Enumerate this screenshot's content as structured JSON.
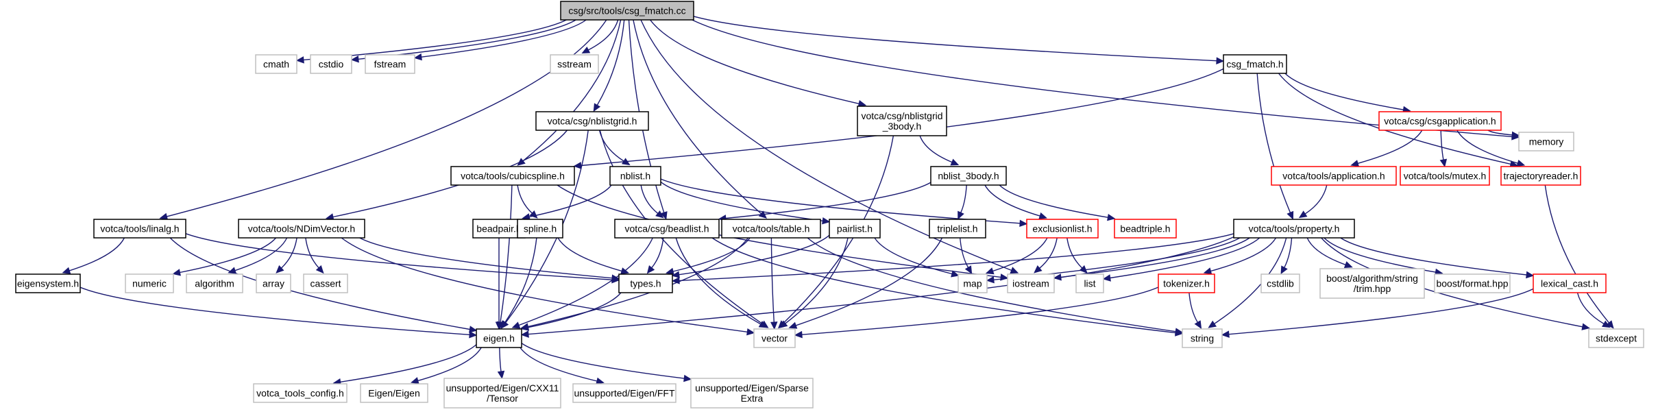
{
  "root_title": "csg/src/tools/csg_fmatch.cc",
  "colors": {
    "edge": "#191970",
    "root_fill": "#bfbfbf",
    "node_border": "#000000",
    "truncated_border": "#ff0000",
    "system_border": "#bfbfbf"
  },
  "nodes": {
    "root": {
      "label": [
        "csg/src/tools/csg_fmatch.cc"
      ],
      "kind": "root"
    },
    "cmath": {
      "label": [
        "cmath"
      ],
      "kind": "system"
    },
    "cstdio": {
      "label": [
        "cstdio"
      ],
      "kind": "system"
    },
    "fstream": {
      "label": [
        "fstream"
      ],
      "kind": "system"
    },
    "sstream": {
      "label": [
        "sstream"
      ],
      "kind": "system"
    },
    "csg_fmatch_h": {
      "label": [
        "csg_fmatch.h"
      ],
      "kind": "normal"
    },
    "memory": {
      "label": [
        "memory"
      ],
      "kind": "system"
    },
    "nblistgrid": {
      "label": [
        "votca/csg/nblistgrid.h"
      ],
      "kind": "normal"
    },
    "nblistgrid3": {
      "label": [
        "votca/csg/nblistgrid",
        "_3body.h"
      ],
      "kind": "normal"
    },
    "csgapp": {
      "label": [
        "votca/csg/csgapplication.h"
      ],
      "kind": "truncated"
    },
    "cubicspline": {
      "label": [
        "votca/tools/cubicspline.h"
      ],
      "kind": "normal"
    },
    "nblist": {
      "label": [
        "nblist.h"
      ],
      "kind": "normal"
    },
    "nblist3body": {
      "label": [
        "nblist_3body.h"
      ],
      "kind": "normal"
    },
    "toolsapp": {
      "label": [
        "votca/tools/application.h"
      ],
      "kind": "truncated"
    },
    "mutex": {
      "label": [
        "votca/tools/mutex.h"
      ],
      "kind": "truncated"
    },
    "trajreader": {
      "label": [
        "trajectoryreader.h"
      ],
      "kind": "truncated"
    },
    "linalg": {
      "label": [
        "votca/tools/linalg.h"
      ],
      "kind": "normal"
    },
    "ndim": {
      "label": [
        "votca/tools/NDimVector.h"
      ],
      "kind": "normal"
    },
    "beadpair": {
      "label": [
        "beadpair.h"
      ],
      "kind": "normal"
    },
    "spline": {
      "label": [
        "spline.h"
      ],
      "kind": "normal"
    },
    "beadlist": {
      "label": [
        "votca/csg/beadlist.h"
      ],
      "kind": "normal"
    },
    "table": {
      "label": [
        "votca/tools/table.h"
      ],
      "kind": "normal"
    },
    "pairlist": {
      "label": [
        "pairlist.h"
      ],
      "kind": "normal"
    },
    "triplelist": {
      "label": [
        "triplelist.h"
      ],
      "kind": "normal"
    },
    "exclusion": {
      "label": [
        "exclusionlist.h"
      ],
      "kind": "truncated"
    },
    "beadtriple": {
      "label": [
        "beadtriple.h"
      ],
      "kind": "truncated"
    },
    "property": {
      "label": [
        "votca/tools/property.h"
      ],
      "kind": "normal"
    },
    "eigensystem": {
      "label": [
        "eigensystem.h"
      ],
      "kind": "normal"
    },
    "numeric": {
      "label": [
        "numeric"
      ],
      "kind": "system"
    },
    "algorithm": {
      "label": [
        "algorithm"
      ],
      "kind": "system"
    },
    "array": {
      "label": [
        "array"
      ],
      "kind": "system"
    },
    "cassert": {
      "label": [
        "cassert"
      ],
      "kind": "system"
    },
    "types": {
      "label": [
        "types.h"
      ],
      "kind": "normal"
    },
    "map": {
      "label": [
        "map"
      ],
      "kind": "system"
    },
    "iostream": {
      "label": [
        "iostream"
      ],
      "kind": "system"
    },
    "list": {
      "label": [
        "list"
      ],
      "kind": "system"
    },
    "tokenizer": {
      "label": [
        "tokenizer.h"
      ],
      "kind": "truncated"
    },
    "cstdlib": {
      "label": [
        "cstdlib"
      ],
      "kind": "system"
    },
    "boosttrim": {
      "label": [
        "boost/algorithm/string",
        "/trim.hpp"
      ],
      "kind": "system"
    },
    "boostformat": {
      "label": [
        "boost/format.hpp"
      ],
      "kind": "system"
    },
    "lexical": {
      "label": [
        "lexical_cast.h"
      ],
      "kind": "truncated"
    },
    "eigen": {
      "label": [
        "eigen.h"
      ],
      "kind": "normal"
    },
    "vector": {
      "label": [
        "vector"
      ],
      "kind": "system"
    },
    "string": {
      "label": [
        "string"
      ],
      "kind": "system"
    },
    "stdexcept": {
      "label": [
        "stdexcept"
      ],
      "kind": "system"
    },
    "votcaconfig": {
      "label": [
        "votca_tools_config.h"
      ],
      "kind": "system"
    },
    "eigeneigen": {
      "label": [
        "Eigen/Eigen"
      ],
      "kind": "system"
    },
    "tensor": {
      "label": [
        "unsupported/Eigen/CXX11",
        "/Tensor"
      ],
      "kind": "system"
    },
    "fft": {
      "label": [
        "unsupported/Eigen/FFT"
      ],
      "kind": "system"
    },
    "sparseextra": {
      "label": [
        "unsupported/Eigen/Sparse",
        "Extra"
      ],
      "kind": "system"
    }
  },
  "edges": [
    [
      "root",
      "cmath"
    ],
    [
      "root",
      "cstdio"
    ],
    [
      "root",
      "fstream"
    ],
    [
      "root",
      "sstream"
    ],
    [
      "root",
      "csg_fmatch_h"
    ],
    [
      "root",
      "memory"
    ],
    [
      "root",
      "nblistgrid"
    ],
    [
      "root",
      "nblistgrid3"
    ],
    [
      "root",
      "cubicspline"
    ],
    [
      "root",
      "linalg"
    ],
    [
      "root",
      "beadlist"
    ],
    [
      "root",
      "table"
    ],
    [
      "root",
      "iostream"
    ],
    [
      "csg_fmatch_h",
      "cubicspline"
    ],
    [
      "csg_fmatch_h",
      "csgapp"
    ],
    [
      "csg_fmatch_h",
      "trajreader"
    ],
    [
      "csg_fmatch_h",
      "property"
    ],
    [
      "csgapp",
      "toolsapp"
    ],
    [
      "csgapp",
      "mutex"
    ],
    [
      "csgapp",
      "trajreader"
    ],
    [
      "csgapp",
      "memory"
    ],
    [
      "toolsapp",
      "property"
    ],
    [
      "trajreader",
      "stdexcept"
    ],
    [
      "nblistgrid",
      "nblist"
    ],
    [
      "nblistgrid",
      "ndim"
    ],
    [
      "nblistgrid",
      "eigen"
    ],
    [
      "nblistgrid",
      "vector"
    ],
    [
      "nblistgrid3",
      "nblist3body"
    ],
    [
      "nblistgrid3",
      "vector"
    ],
    [
      "nblist",
      "beadpair"
    ],
    [
      "nblist",
      "beadlist"
    ],
    [
      "nblist",
      "pairlist"
    ],
    [
      "nblist",
      "exclusion"
    ],
    [
      "nblist3body",
      "beadlist"
    ],
    [
      "nblist3body",
      "triplelist"
    ],
    [
      "nblist3body",
      "exclusion"
    ],
    [
      "nblist3body",
      "beadtriple"
    ],
    [
      "cubicspline",
      "spline"
    ],
    [
      "cubicspline",
      "eigen"
    ],
    [
      "cubicspline",
      "iostream"
    ],
    [
      "linalg",
      "eigensystem"
    ],
    [
      "linalg",
      "types"
    ],
    [
      "linalg",
      "eigen"
    ],
    [
      "ndim",
      "numeric"
    ],
    [
      "ndim",
      "algorithm"
    ],
    [
      "ndim",
      "array"
    ],
    [
      "ndim",
      "cassert"
    ],
    [
      "ndim",
      "types"
    ],
    [
      "ndim",
      "vector"
    ],
    [
      "beadpair",
      "eigen"
    ],
    [
      "spline",
      "types"
    ],
    [
      "spline",
      "eigen"
    ],
    [
      "beadlist",
      "types"
    ],
    [
      "beadlist",
      "eigen"
    ],
    [
      "beadlist",
      "vector"
    ],
    [
      "beadlist",
      "string"
    ],
    [
      "table",
      "types"
    ],
    [
      "table",
      "eigen"
    ],
    [
      "table",
      "vector"
    ],
    [
      "table",
      "string"
    ],
    [
      "pairlist",
      "types"
    ],
    [
      "pairlist",
      "vector"
    ],
    [
      "pairlist",
      "map"
    ],
    [
      "triplelist",
      "map"
    ],
    [
      "triplelist",
      "vector"
    ],
    [
      "exclusion",
      "map"
    ],
    [
      "exclusion",
      "iostream"
    ],
    [
      "exclusion",
      "list"
    ],
    [
      "property",
      "types"
    ],
    [
      "property",
      "map"
    ],
    [
      "property",
      "iostream"
    ],
    [
      "property",
      "list"
    ],
    [
      "property",
      "tokenizer"
    ],
    [
      "property",
      "cstdlib"
    ],
    [
      "property",
      "boosttrim"
    ],
    [
      "property",
      "boostformat"
    ],
    [
      "property",
      "lexical"
    ],
    [
      "property",
      "string"
    ],
    [
      "property",
      "stdexcept"
    ],
    [
      "property",
      "eigen"
    ],
    [
      "tokenizer",
      "string"
    ],
    [
      "tokenizer",
      "vector"
    ],
    [
      "lexical",
      "string"
    ],
    [
      "lexical",
      "stdexcept"
    ],
    [
      "eigensystem",
      "eigen"
    ],
    [
      "types",
      "eigen"
    ],
    [
      "eigen",
      "votcaconfig"
    ],
    [
      "eigen",
      "eigeneigen"
    ],
    [
      "eigen",
      "tensor"
    ],
    [
      "eigen",
      "fft"
    ],
    [
      "eigen",
      "sparseextra"
    ]
  ]
}
